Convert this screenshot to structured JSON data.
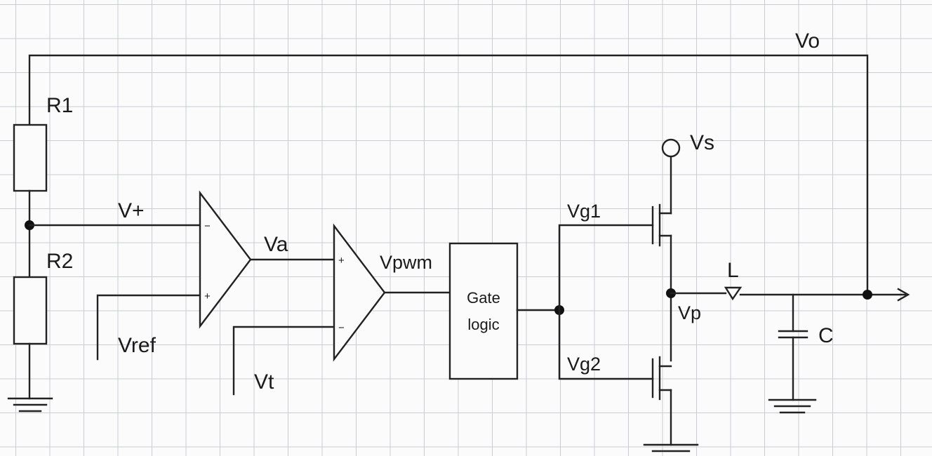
{
  "labels": {
    "r1": "R1",
    "r2": "R2",
    "v_plus": "V+",
    "vref": "Vref",
    "va": "Va",
    "vt": "Vt",
    "vpwm": "Vpwm",
    "gate_logic_line1": "Gate",
    "gate_logic_line2": "logic",
    "vg1": "Vg1",
    "vg2": "Vg2",
    "vs": "Vs",
    "vp": "Vp",
    "l": "L",
    "c": "C",
    "vo": "Vo"
  },
  "comparator_signs": {
    "minus": "−",
    "plus": "+"
  }
}
